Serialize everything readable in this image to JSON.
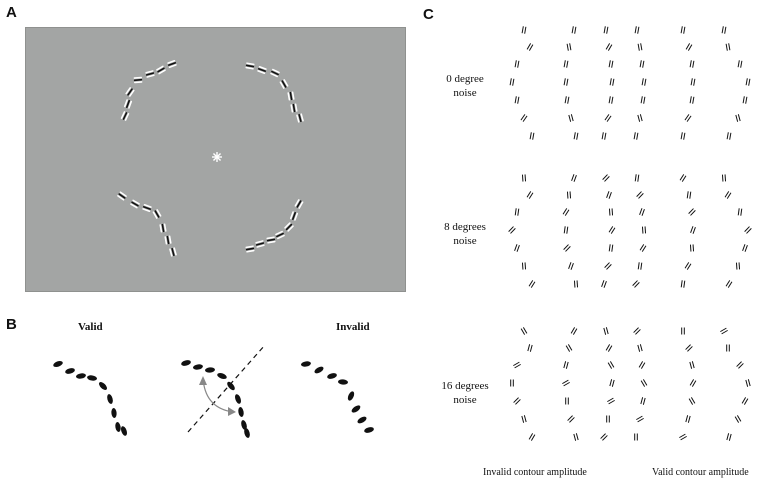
{
  "panels": {
    "a": {
      "letter": "A"
    },
    "b": {
      "letter": "B",
      "valid_label": "Valid",
      "invalid_label": "Invalid"
    },
    "c": {
      "letter": "C",
      "noise_labels": [
        {
          "line1": "0 degree",
          "line2": "noise"
        },
        {
          "line1": "8 degrees",
          "line2": "noise"
        },
        {
          "line1": "16 degrees",
          "line2": "noise"
        }
      ],
      "invalid_amplitude_label": "Invalid contour amplitude",
      "valid_amplitude_label": "Valid contour amplitude"
    }
  },
  "colors": {
    "stimulus_background": "#a3a5a4",
    "element": "#111111",
    "arrow": "#888888"
  },
  "icons": {
    "fixation": "asterisk-fixation-icon"
  }
}
